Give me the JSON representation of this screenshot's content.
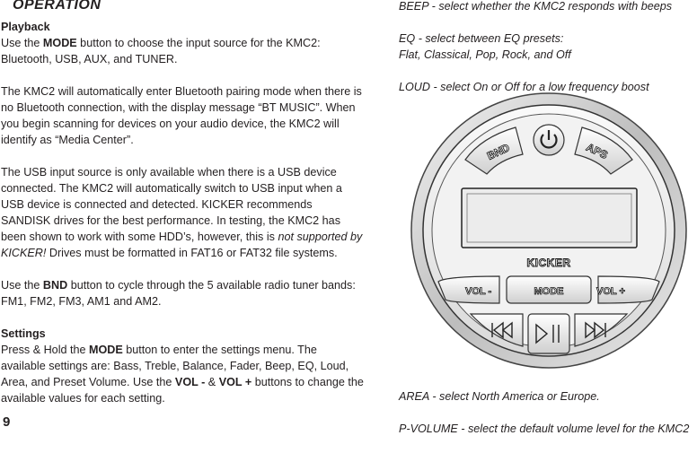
{
  "header": {
    "title": "OPERATION"
  },
  "left": {
    "playback_heading": "Playback",
    "p1": [
      "Use the ",
      "MODE",
      " button to choose the input source for the KMC2: Bluetooth, USB, AUX, and TUNER."
    ],
    "p2": "The KMC2 will automatically enter Bluetooth pairing mode when there is no Bluetooth connection, with the display message “BT MUSIC”. When you begin scanning for devices on your audio device, the KMC2 will identify as “Media Center”.",
    "p3": [
      "The USB input source is only available when there is a USB device connected. The KMC2 will automatically switch to USB input when a USB device is connected and detected. KICKER recommends SANDISK drives for the best performance. In testing, the KMC2 has been shown to work with some HDD’s, however, this is ",
      "not supported by KICKER!",
      " Drives must be formatted in FAT16 or FAT32 file systems."
    ],
    "p4": [
      "Use the ",
      "BND",
      " button to cycle through the 5 available radio tuner bands: FM1, FM2, FM3, AM1 and AM2."
    ],
    "settings_heading": "Settings",
    "p5": [
      "Press & Hold the ",
      "MODE",
      " button to enter the settings menu. The available settings are: Bass, Treble, Balance, Fader, Beep, EQ, Loud, Area, and Preset Volume. Use the ",
      "VOL -",
      " & ",
      "VOL +",
      " buttons to change the available values for each setting."
    ]
  },
  "right": {
    "beep": "BEEP - select whether the KMC2 responds with beeps",
    "eq_line1": "EQ - select between EQ presets:",
    "eq_line2": "Flat, Classical, Pop, Rock, and Off",
    "loud": "LOUD - select On or Off for a low frequency boost",
    "area": "AREA - select North America or Europe.",
    "pvolume": "P-VOLUME - select the default volume level for the KMC2"
  },
  "device": {
    "btn_bnd": "BND",
    "btn_aps": "APS",
    "brand": "KICKER",
    "btn_vol_minus": "VOL -",
    "btn_mode": "MODE",
    "btn_vol_plus": "VOL +"
  },
  "footer": {
    "page_number": "9"
  }
}
